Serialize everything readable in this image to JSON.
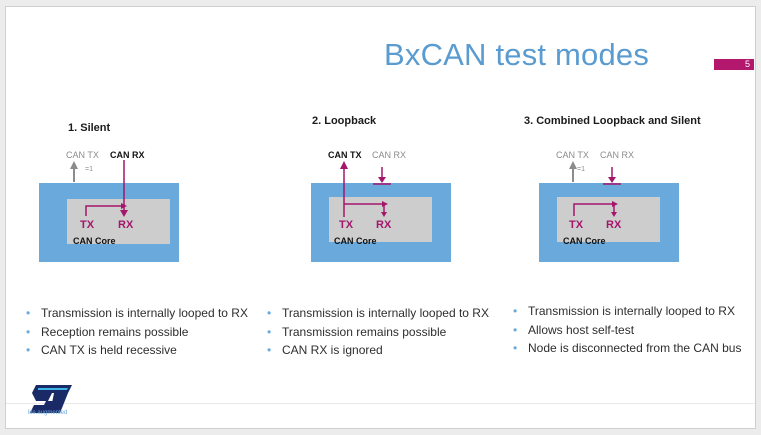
{
  "slide": {
    "title": "BxCAN test modes",
    "page_number": "5",
    "accent_color": "#b4176e",
    "title_color": "#5a9bd0"
  },
  "modes": [
    {
      "heading": "1.  Silent",
      "pins": {
        "left": "CAN TX",
        "right": "CAN RX"
      },
      "annotation": "=1",
      "core": {
        "tx": "TX",
        "rx": "RX",
        "label": "CAN Core"
      },
      "bullets": [
        "Transmission is internally looped to RX",
        "Reception remains possible",
        "CAN TX is held recessive"
      ]
    },
    {
      "heading": "2.  Loopback",
      "pins": {
        "left": "CAN TX",
        "right": "CAN RX"
      },
      "core": {
        "tx": "TX",
        "rx": "RX",
        "label": "CAN Core"
      },
      "bullets": [
        "Transmission is internally looped to RX",
        "Transmission remains possible",
        "CAN RX is ignored"
      ]
    },
    {
      "heading": "3.  Combined Loopback and Silent",
      "pins": {
        "left": "CAN TX",
        "right": "CAN RX"
      },
      "annotation": "=1",
      "core": {
        "tx": "TX",
        "rx": "RX",
        "label": "CAN Core"
      },
      "bullets": [
        "Transmission is internally looped to RX",
        "Allows host self-test",
        "Node is disconnected from the CAN bus"
      ]
    }
  ],
  "footer": {
    "logo": "st-logo",
    "tagline": "life.augmented"
  },
  "colors": {
    "outer_box": "#6aa9dc",
    "core_box": "#cdcdcd",
    "signal": "#a3166b",
    "inactive": "#8c8c8c",
    "bullet_dot": "#6aa9dc"
  }
}
